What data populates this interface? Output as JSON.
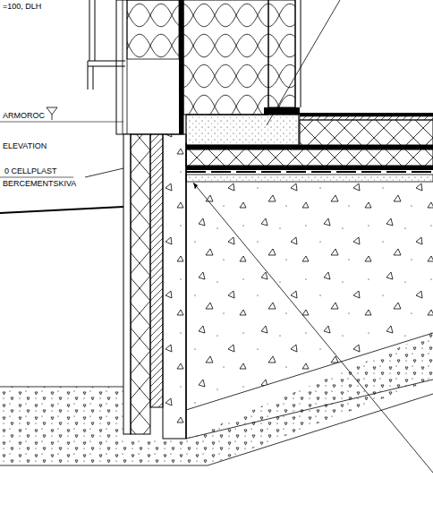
{
  "diagram": {
    "labels": [
      "=100, DLH",
      "ARMOROC",
      "ELEVATION",
      "0 CELLPLAST",
      "BERCEMENTSKIVA"
    ]
  }
}
